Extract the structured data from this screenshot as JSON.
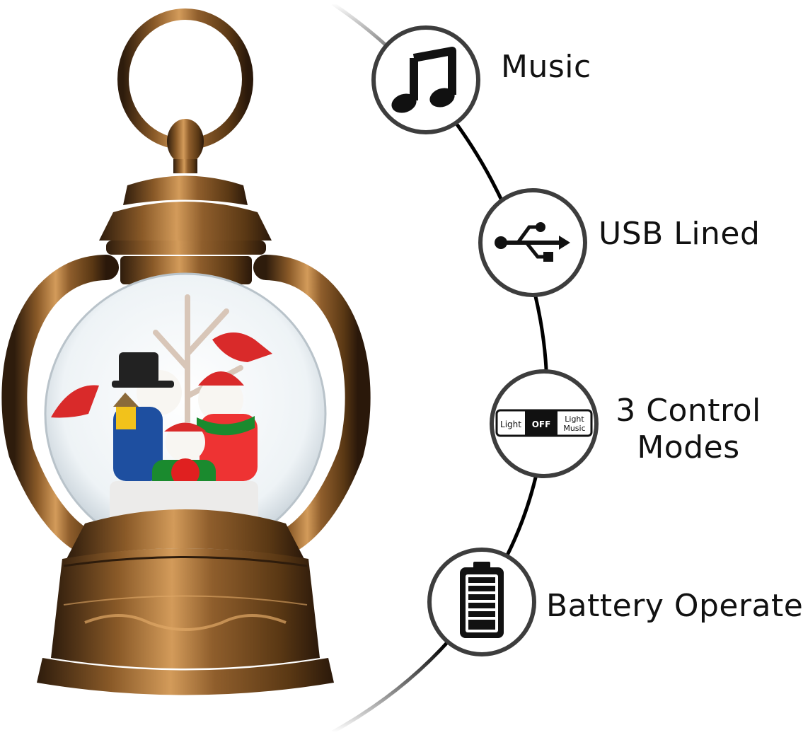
{
  "features": [
    {
      "label": "Music",
      "icon": "music-note-icon"
    },
    {
      "label": "USB Lined",
      "icon": "usb-icon"
    },
    {
      "label_line1": "3 Control",
      "label_line2": "Modes",
      "icon": "mode-switch-icon",
      "switch": {
        "left": "Light",
        "middle": "OFF",
        "right_line1": "Light",
        "right_line2": "Music"
      }
    },
    {
      "label": "Battery Operate",
      "icon": "battery-icon"
    }
  ],
  "colors": {
    "bronze_dark": "#3a2410",
    "bronze_mid": "#7a4e22",
    "bronze_light": "#c9904f",
    "icon_black": "#111111",
    "circle_border": "#3d3d3d"
  }
}
